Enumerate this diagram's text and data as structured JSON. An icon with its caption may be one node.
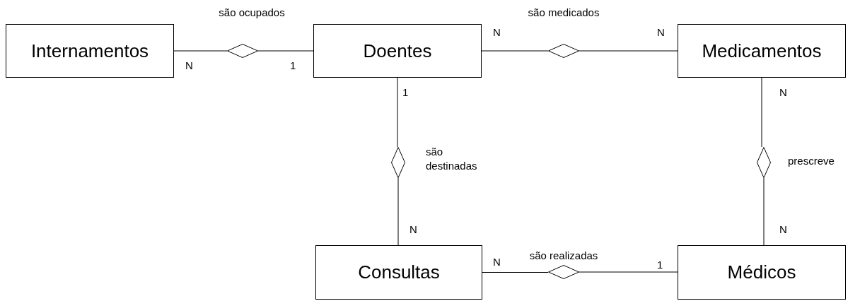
{
  "diagram": {
    "nodes": [
      {
        "text": [
          "Internamentos"
        ]
      },
      {
        "text": [],
        "shape": "diamond",
        "beside": [
          "são ocupados"
        ]
      },
      {
        "text": [
          "Doentes"
        ]
      },
      {
        "text": [],
        "shape": "diamond",
        "beside": [
          "são medicados"
        ]
      },
      {
        "text": [
          "Medicamentos"
        ]
      },
      {
        "text": [],
        "shape": "diamond",
        "beside": [
          "são destinadas"
        ]
      },
      {
        "text": [],
        "shape": "diamond",
        "beside": [
          "prescreve"
        ]
      },
      {
        "text": [
          "Consultas"
        ]
      },
      {
        "text": [],
        "shape": "diamond",
        "beside": [
          "são realizadas"
        ]
      },
      {
        "text": [
          "Médicos"
        ]
      }
    ],
    "edges": [
      {
        "from": 0,
        "to": 1,
        "arrow": "none",
        "label": "N"
      },
      {
        "from": 1,
        "to": 2,
        "arrow": "none",
        "label": "1"
      },
      {
        "from": 2,
        "to": 3,
        "arrow": "none",
        "label": "N"
      },
      {
        "from": 3,
        "to": 4,
        "arrow": "none",
        "label": "N"
      },
      {
        "from": 2,
        "to": 5,
        "arrow": "none",
        "label": "1"
      },
      {
        "from": 5,
        "to": 7,
        "arrow": "none",
        "label": "N"
      },
      {
        "from": 4,
        "to": 6,
        "arrow": "none",
        "label": "N"
      },
      {
        "from": 6,
        "to": 9,
        "arrow": "none",
        "label": "N"
      },
      {
        "from": 7,
        "to": 8,
        "arrow": "none",
        "label": "N"
      },
      {
        "from": 8,
        "to": 9,
        "arrow": "none",
        "label": "1"
      }
    ]
  }
}
